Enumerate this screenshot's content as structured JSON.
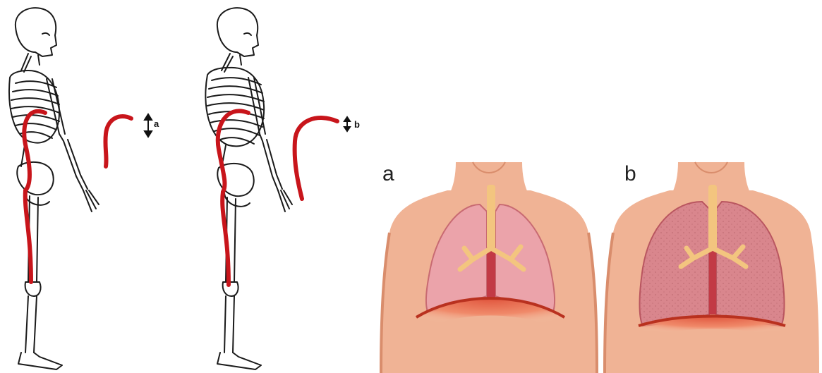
{
  "skeleton_a": {
    "label": "a"
  },
  "skeleton_b": {
    "label": "b"
  },
  "lungs_a": {
    "label": "a"
  },
  "lungs_b": {
    "label": "b"
  },
  "colors": {
    "curve": "#c8151b",
    "bone_outline": "#1a1a1a",
    "skin": "#f0b395",
    "skin_shadow": "#d98d6c",
    "lung_a": "#eba3aa",
    "lung_b": "#d9868d",
    "bronchi": "#f3c57f",
    "diaphragm": "#e0553d"
  }
}
